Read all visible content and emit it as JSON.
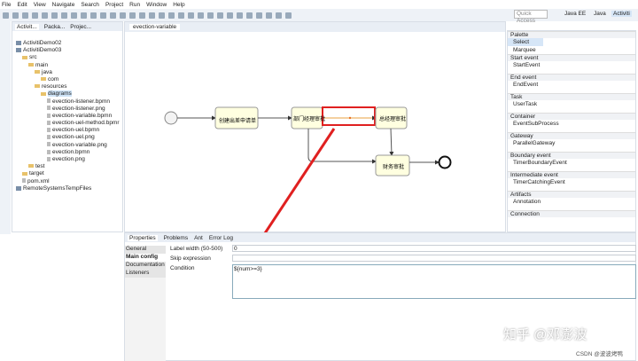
{
  "menu": [
    "File",
    "Edit",
    "View",
    "Navigate",
    "Search",
    "Project",
    "Run",
    "Window",
    "Help"
  ],
  "quick_access": "Quick Access",
  "perspectives": [
    "Java EE",
    "Java",
    "Activiti"
  ],
  "explorer": {
    "tabs": [
      "Activit...",
      "Packa...",
      "Projec..."
    ],
    "tree": [
      {
        "label": "ActivitiDemo02",
        "type": "proj",
        "indent": 0
      },
      {
        "label": "ActivitiDemo03",
        "type": "proj",
        "indent": 0
      },
      {
        "label": "src",
        "type": "fold",
        "indent": 1
      },
      {
        "label": "main",
        "type": "fold",
        "indent": 2
      },
      {
        "label": "java",
        "type": "fold",
        "indent": 3
      },
      {
        "label": "com",
        "type": "fold",
        "indent": 4
      },
      {
        "label": "resources",
        "type": "fold",
        "indent": 3
      },
      {
        "label": "diagrams",
        "type": "fold",
        "indent": 4,
        "selected": true
      },
      {
        "label": "evection-listener.bpmn",
        "type": "file",
        "indent": 5
      },
      {
        "label": "evection-listener.png",
        "type": "file",
        "indent": 5
      },
      {
        "label": "evection-variable.bpmn",
        "type": "file",
        "indent": 5
      },
      {
        "label": "evection-uel-method.bpmr",
        "type": "file",
        "indent": 5
      },
      {
        "label": "evection-uel.bpmn",
        "type": "file",
        "indent": 5
      },
      {
        "label": "evection-uel.png",
        "type": "file",
        "indent": 5
      },
      {
        "label": "evection-variable.png",
        "type": "file",
        "indent": 5
      },
      {
        "label": "evection.bpmn",
        "type": "file",
        "indent": 5
      },
      {
        "label": "evection.png",
        "type": "file",
        "indent": 5
      },
      {
        "label": "test",
        "type": "fold",
        "indent": 2
      },
      {
        "label": "target",
        "type": "fold",
        "indent": 1
      },
      {
        "label": "pom.xml",
        "type": "file",
        "indent": 1
      },
      {
        "label": "RemoteSystemsTempFiles",
        "type": "proj",
        "indent": 0
      }
    ]
  },
  "editor": {
    "tab": "evection-variable",
    "tasks": [
      "创建出差申请单",
      "部门经理审批",
      "总经理审批",
      "财务审批"
    ]
  },
  "palette": {
    "title": "Palette",
    "items": [
      {
        "h": "",
        "items": [
          "Select",
          "Marquee"
        ]
      },
      {
        "h": "Start event",
        "items": [
          "StartEvent"
        ]
      },
      {
        "h": "End event",
        "items": [
          "EndEvent"
        ]
      },
      {
        "h": "Task",
        "items": [
          "UserTask"
        ]
      },
      {
        "h": "Container",
        "items": [
          "EventSubProcess"
        ]
      },
      {
        "h": "Gateway",
        "items": [
          "ParallelGateway"
        ]
      },
      {
        "h": "Boundary event",
        "items": [
          "TimerBoundaryEvent"
        ]
      },
      {
        "h": "Intermediate event",
        "items": [
          "TimerCatchingEvent"
        ]
      },
      {
        "h": "Artifacts",
        "items": [
          "Annotation"
        ]
      },
      {
        "h": "Connection",
        "items": []
      }
    ]
  },
  "bottom": {
    "tabs": [
      "Properties",
      "Problems",
      "Ant",
      "Error Log"
    ],
    "side": [
      "General",
      "Main config",
      "Documentation",
      "Listeners"
    ],
    "label_width_label": "Label width (50-500)",
    "label_width_value": "0",
    "skip_label": "Skip expression",
    "skip_value": "",
    "condition_label": "Condition",
    "condition_value": "${num>=3}"
  },
  "watermark": "知乎 @邓澎波",
  "watermark2": "CSDN @波波烤鸭",
  "colors": {
    "highlight": "#e02020",
    "task_fill": "#ffffe0"
  }
}
